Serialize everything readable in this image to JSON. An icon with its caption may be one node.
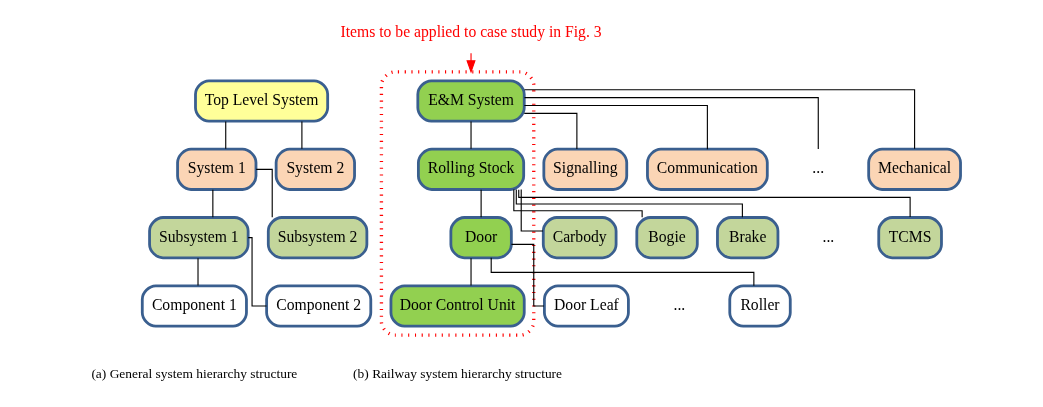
{
  "diagram": {
    "nodes": [
      {
        "text": [
          "Top Level System"
        ]
      },
      {
        "text": [
          "System 1"
        ]
      },
      {
        "text": [
          "System 2"
        ]
      },
      {
        "text": [
          "Subsystem 1"
        ]
      },
      {
        "text": [
          "Subsystem 2"
        ]
      },
      {
        "text": [
          "Component 1"
        ]
      },
      {
        "text": [
          "Component 2"
        ]
      },
      {
        "text": [
          "Items to be applied to case study in Fig. 3"
        ]
      },
      {
        "text": [],
        "shape": "loop"
      },
      {
        "text": [
          "E&M System"
        ],
        "in": 8
      },
      {
        "text": [
          "Rolling Stock"
        ],
        "in": 8
      },
      {
        "text": [
          "Signalling"
        ]
      },
      {
        "text": [
          "Communication"
        ]
      },
      {
        "text": [
          "..."
        ]
      },
      {
        "text": [
          "Mechanical"
        ]
      },
      {
        "text": [
          "Door"
        ],
        "in": 8
      },
      {
        "text": [
          "Carbody"
        ]
      },
      {
        "text": [
          "Bogie"
        ]
      },
      {
        "text": [
          "Brake"
        ]
      },
      {
        "text": [
          "TCMS"
        ]
      },
      {
        "text": [
          "Door Control Unit"
        ],
        "in": 8
      },
      {
        "text": [
          "Door Leaf"
        ]
      },
      {
        "text": [
          "Roller"
        ]
      }
    ],
    "edges": [
      {
        "from": 0,
        "to": 1,
        "arrow": "none"
      },
      {
        "from": 0,
        "to": 2,
        "arrow": "none"
      },
      {
        "from": 1,
        "to": 3,
        "arrow": "none"
      },
      {
        "from": 1,
        "to": 4,
        "arrow": "none"
      },
      {
        "from": 3,
        "to": 5,
        "arrow": "none"
      },
      {
        "from": 3,
        "to": 6,
        "arrow": "none"
      },
      {
        "from": 7,
        "to": 8,
        "arrow": "to",
        "color": "#ff0000"
      },
      {
        "from": 9,
        "to": 10,
        "arrow": "none"
      },
      {
        "from": 9,
        "to": 11,
        "arrow": "none"
      },
      {
        "from": 9,
        "to": 12,
        "arrow": "none"
      },
      {
        "from": 9,
        "to": 13,
        "arrow": "none"
      },
      {
        "from": 9,
        "to": 14,
        "arrow": "none"
      },
      {
        "from": 10,
        "to": 15,
        "arrow": "none"
      },
      {
        "from": 10,
        "to": 16,
        "arrow": "none"
      },
      {
        "from": 10,
        "to": 17,
        "arrow": "none"
      },
      {
        "from": 10,
        "to": 18,
        "arrow": "none"
      },
      {
        "from": 10,
        "to": 19,
        "arrow": "none"
      },
      {
        "from": 15,
        "to": 20,
        "arrow": "none"
      },
      {
        "from": 15,
        "to": 21,
        "arrow": "none"
      },
      {
        "from": 15,
        "to": 22,
        "arrow": "none"
      }
    ],
    "labels": [
      "...",
      "...",
      "(a) General system hierarchy structure",
      "(b) Railway system hierarchy structure"
    ]
  }
}
